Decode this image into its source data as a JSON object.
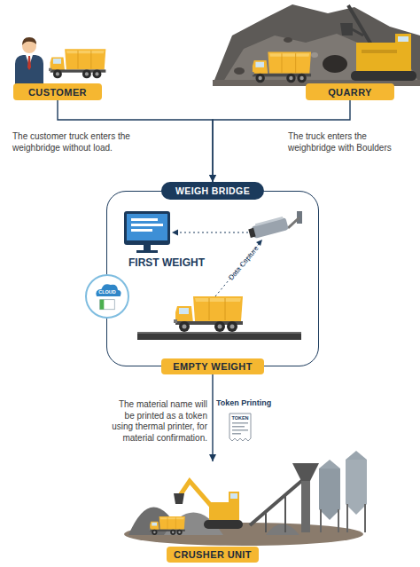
{
  "diagram": {
    "nodes": [
      {
        "text": [
          "CUSTOMER"
        ]
      },
      {
        "text": [
          "QUARRY"
        ]
      },
      {
        "text": [
          "WEIGH BRIDGE"
        ]
      },
      {
        "text": [
          "CLOUD"
        ],
        "in": 2
      },
      {
        "text": [
          "EMPTY WEIGHT"
        ],
        "in": 2
      },
      {
        "text": [
          "CRUSHER UNIT"
        ]
      }
    ],
    "edges": [
      {
        "from": 0,
        "to": 2,
        "arrow": "to"
      },
      {
        "from": 1,
        "to": 2,
        "arrow": "to"
      },
      {
        "from": 2,
        "to": 5,
        "arrow": "to"
      }
    ],
    "labels": [
      "The customer truck enters the weighbridge without load.",
      "The truck enters the weighbridge with Boulders",
      "FIRST WEIGHT",
      "Data Capture",
      "The material name will be printed as a token using thermal printer, for material confirmation.",
      "Token Printing",
      "TOKEN"
    ]
  }
}
